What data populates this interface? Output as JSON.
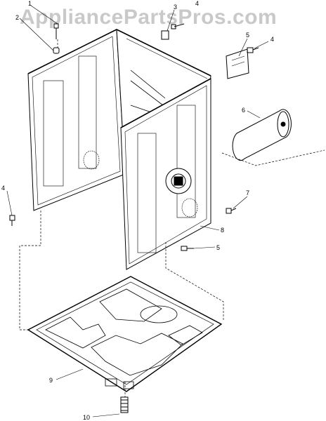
{
  "watermark": "AppliancePartsPros.com",
  "callouts": {
    "c1": "1",
    "c2": "2",
    "c3": "3",
    "c4_top": "4",
    "c5_top": "5",
    "c4_right": "4",
    "c6": "6",
    "c7": "7",
    "c8": "8",
    "c5_bottom": "5",
    "c4_left": "4",
    "c9": "9",
    "c10": "10"
  },
  "colors": {
    "line": "#000000",
    "panel_fill": "#ffffff",
    "watermark": "#c9c9c9"
  }
}
